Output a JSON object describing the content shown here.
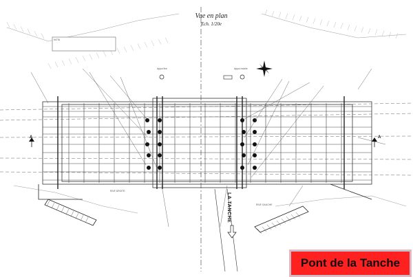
{
  "plan": {
    "title": "Vue en plan",
    "scale": "Ech. 1/20e"
  },
  "caption": "Pont de la Tanche",
  "road_label": "LA TANCHE",
  "markers": {
    "section_a": "A",
    "north": "N"
  },
  "notes": {
    "nota": "NOTA",
    "appui_left": "Appui fixe",
    "appui_right": "Appui mobile",
    "rive_droite": "RIVE DROITE",
    "rive_gauche": "RIVE GAUCHE"
  },
  "colors": {
    "caption_bg": "#ff2020",
    "line": "#333333"
  }
}
